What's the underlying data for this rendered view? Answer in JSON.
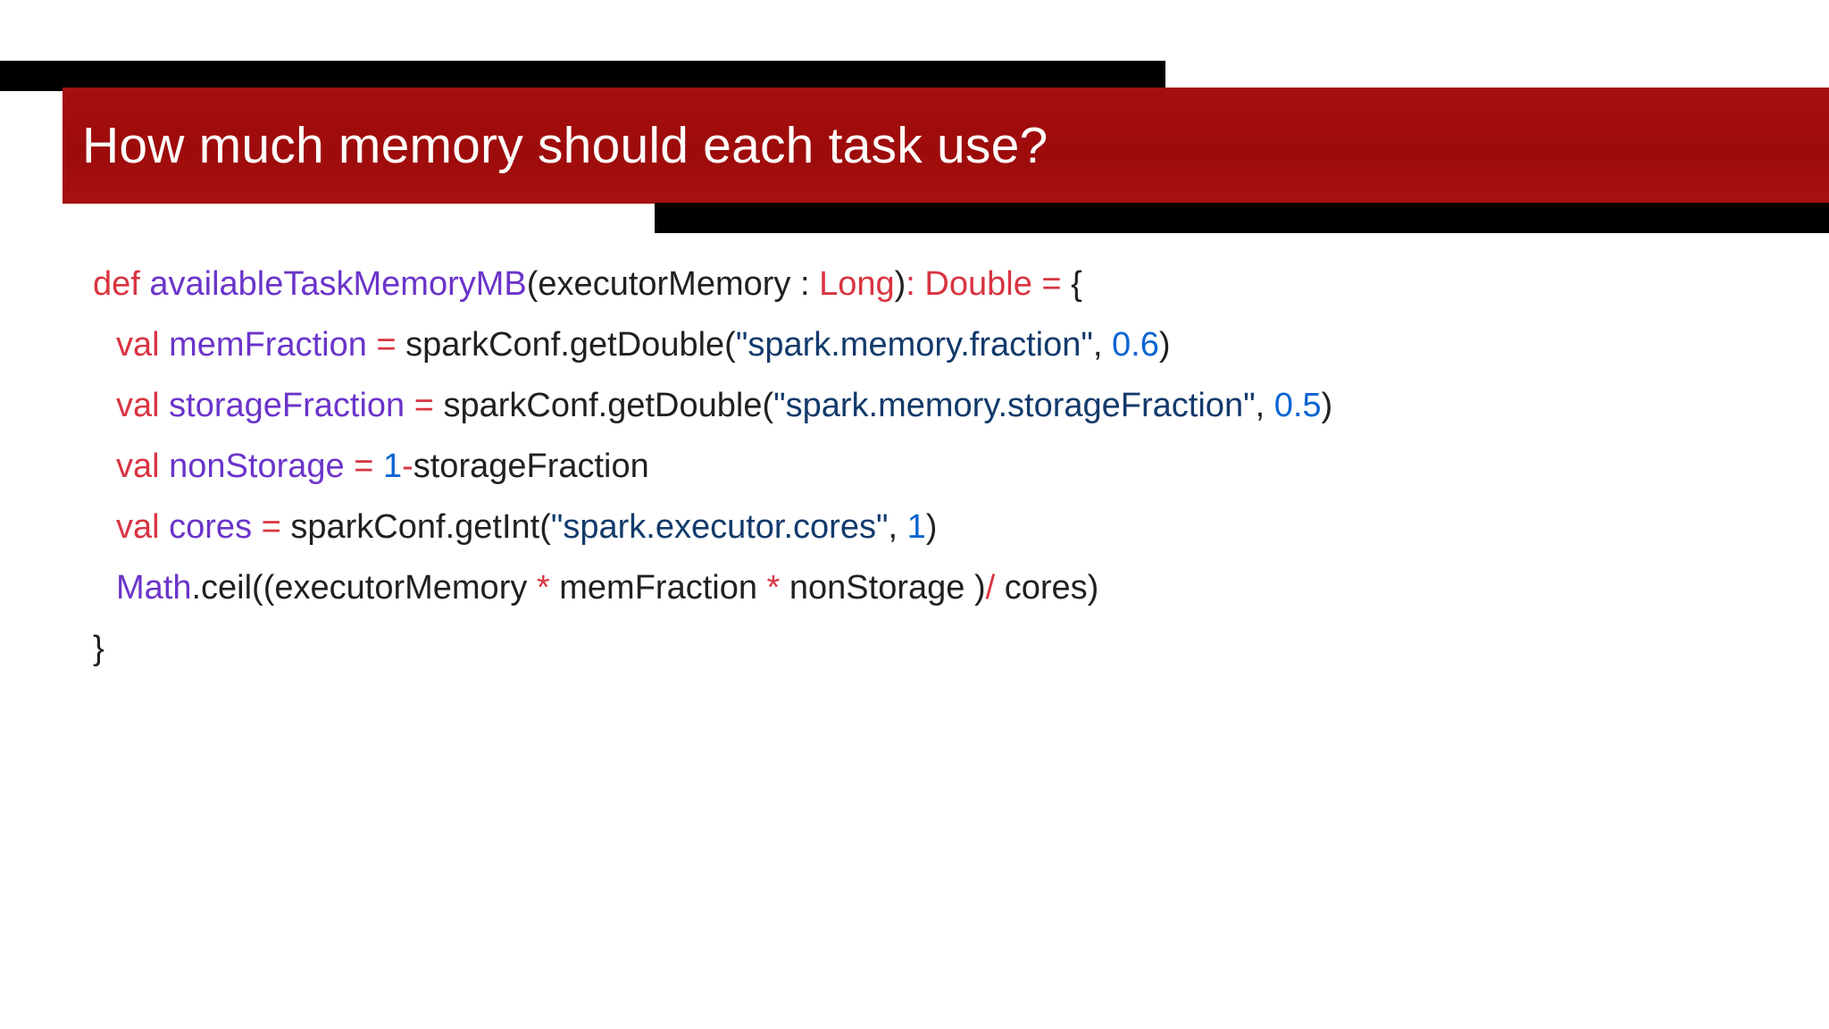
{
  "slide": {
    "title": "How much memory should each task use?",
    "colors": {
      "banner_red": "#A40E0E",
      "banner_black": "#000000",
      "title_text": "#FFFEFB",
      "keyword_red": "#D93441",
      "identifier_purple": "#6B34CA",
      "string_navy": "#123A6B",
      "number_blue": "#0A64D2",
      "code_black": "#231F20",
      "background": "#FFFFFF"
    }
  },
  "code": {
    "language": "scala",
    "lines": [
      {
        "indent": 0,
        "tokens": [
          {
            "t": "def ",
            "c": "kw"
          },
          {
            "t": "availableTaskMemoryMB",
            "c": "ident"
          },
          {
            "t": "(executorMemory : ",
            "c": "plain"
          },
          {
            "t": "Long",
            "c": "kw"
          },
          {
            "t": ")",
            "c": "plain"
          },
          {
            "t": ": ",
            "c": "kw"
          },
          {
            "t": "Double",
            "c": "kw"
          },
          {
            "t": " = ",
            "c": "kw"
          },
          {
            "t": "{",
            "c": "plain"
          }
        ]
      },
      {
        "indent": 1,
        "tokens": [
          {
            "t": "val ",
            "c": "kw"
          },
          {
            "t": "memFraction",
            "c": "ident"
          },
          {
            "t": " = ",
            "c": "kw"
          },
          {
            "t": "sparkConf.getDouble(",
            "c": "plain"
          },
          {
            "t": "\"spark.memory.fraction\"",
            "c": "str"
          },
          {
            "t": ", ",
            "c": "plain"
          },
          {
            "t": "0.6",
            "c": "num"
          },
          {
            "t": ")",
            "c": "plain"
          }
        ]
      },
      {
        "indent": 1,
        "tokens": [
          {
            "t": "val ",
            "c": "kw"
          },
          {
            "t": "storageFraction",
            "c": "ident"
          },
          {
            "t": " = ",
            "c": "kw"
          },
          {
            "t": "sparkConf.getDouble(",
            "c": "plain"
          },
          {
            "t": "\"spark.memory.storageFraction\"",
            "c": "str"
          },
          {
            "t": ", ",
            "c": "plain"
          },
          {
            "t": "0.5",
            "c": "num"
          },
          {
            "t": ")",
            "c": "plain"
          }
        ]
      },
      {
        "indent": 1,
        "tokens": [
          {
            "t": "val ",
            "c": "kw"
          },
          {
            "t": "nonStorage",
            "c": "ident"
          },
          {
            "t": " = ",
            "c": "kw"
          },
          {
            "t": "1",
            "c": "num"
          },
          {
            "t": "-",
            "c": "kw"
          },
          {
            "t": "storageFraction",
            "c": "plain"
          }
        ]
      },
      {
        "indent": 1,
        "tokens": [
          {
            "t": "val ",
            "c": "kw"
          },
          {
            "t": "cores",
            "c": "ident"
          },
          {
            "t": " = ",
            "c": "kw"
          },
          {
            "t": "sparkConf.getInt(",
            "c": "plain"
          },
          {
            "t": "\"spark.executor.cores\"",
            "c": "str"
          },
          {
            "t": ", ",
            "c": "plain"
          },
          {
            "t": "1",
            "c": "num"
          },
          {
            "t": ")",
            "c": "plain"
          }
        ]
      },
      {
        "indent": 1,
        "tokens": [
          {
            "t": "Math",
            "c": "ident"
          },
          {
            "t": ".ceil((executorMemory ",
            "c": "plain"
          },
          {
            "t": "*",
            "c": "kw"
          },
          {
            "t": " memFraction ",
            "c": "plain"
          },
          {
            "t": "*",
            "c": "kw"
          },
          {
            "t": " nonStorage )",
            "c": "plain"
          },
          {
            "t": "/",
            "c": "kw"
          },
          {
            "t": " cores)",
            "c": "plain"
          }
        ]
      },
      {
        "indent": 0,
        "tokens": [
          {
            "t": "}",
            "c": "plain"
          }
        ]
      }
    ]
  }
}
